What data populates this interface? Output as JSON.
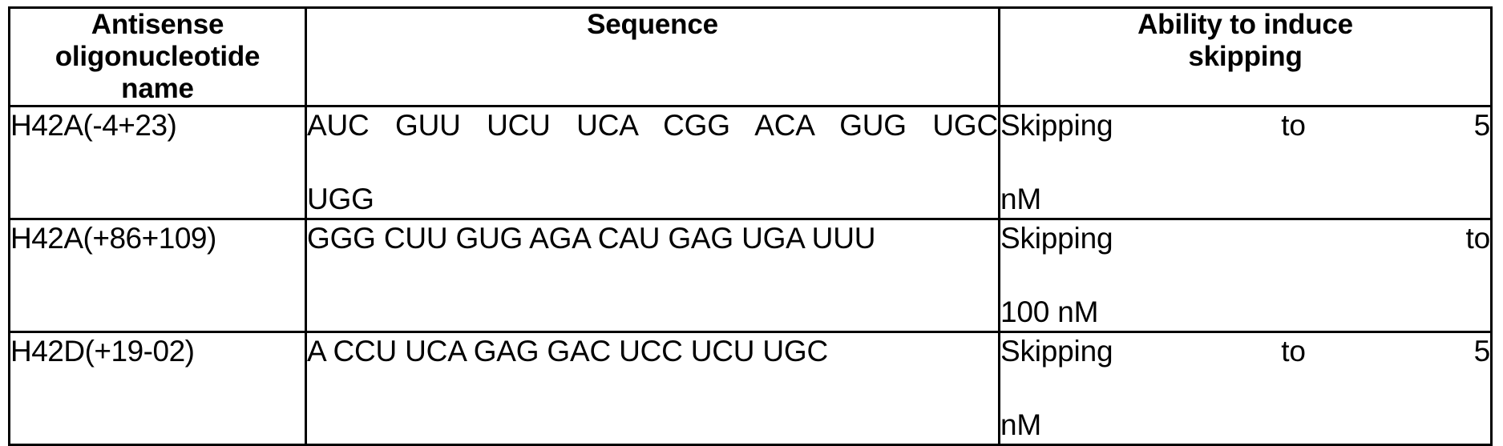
{
  "table": {
    "headers": {
      "name": [
        "Antisense",
        "oligonucleotide",
        "name"
      ],
      "sequence": "Sequence",
      "ability": [
        "Ability to induce",
        "skipping"
      ]
    },
    "rows": [
      {
        "name": "H42A(-4+23)",
        "sequence_lines": [
          "AUC GUU UCU UCA CGG ACA GUG UGC",
          "UGG"
        ],
        "sequence_full": "AUC GUU UCU UCA CGG ACA GUG UGC UGG",
        "ability_lines": [
          "Skipping to 5",
          "nM"
        ],
        "ability_full": "Skipping to 5 nM"
      },
      {
        "name": "H42A(+86+109)",
        "sequence_lines": [
          "GGG CUU GUG AGA CAU GAG UGA UUU"
        ],
        "sequence_full": "GGG CUU GUG AGA CAU GAG UGA UUU",
        "ability_lines": [
          "Skipping to",
          "100 nM"
        ],
        "ability_full": "Skipping to 100 nM"
      },
      {
        "name": "H42D(+19-02)",
        "sequence_lines": [
          "A CCU UCA GAG GAC UCC UCU UGC"
        ],
        "sequence_full": "A CCU UCA GAG GAC UCC UCU UGC",
        "ability_lines": [
          "Skipping to 5",
          "nM"
        ],
        "ability_full": "Skipping to 5 nM"
      }
    ]
  },
  "style": {
    "border_color": "#000000",
    "text_color": "#000000",
    "background": "#ffffff"
  }
}
